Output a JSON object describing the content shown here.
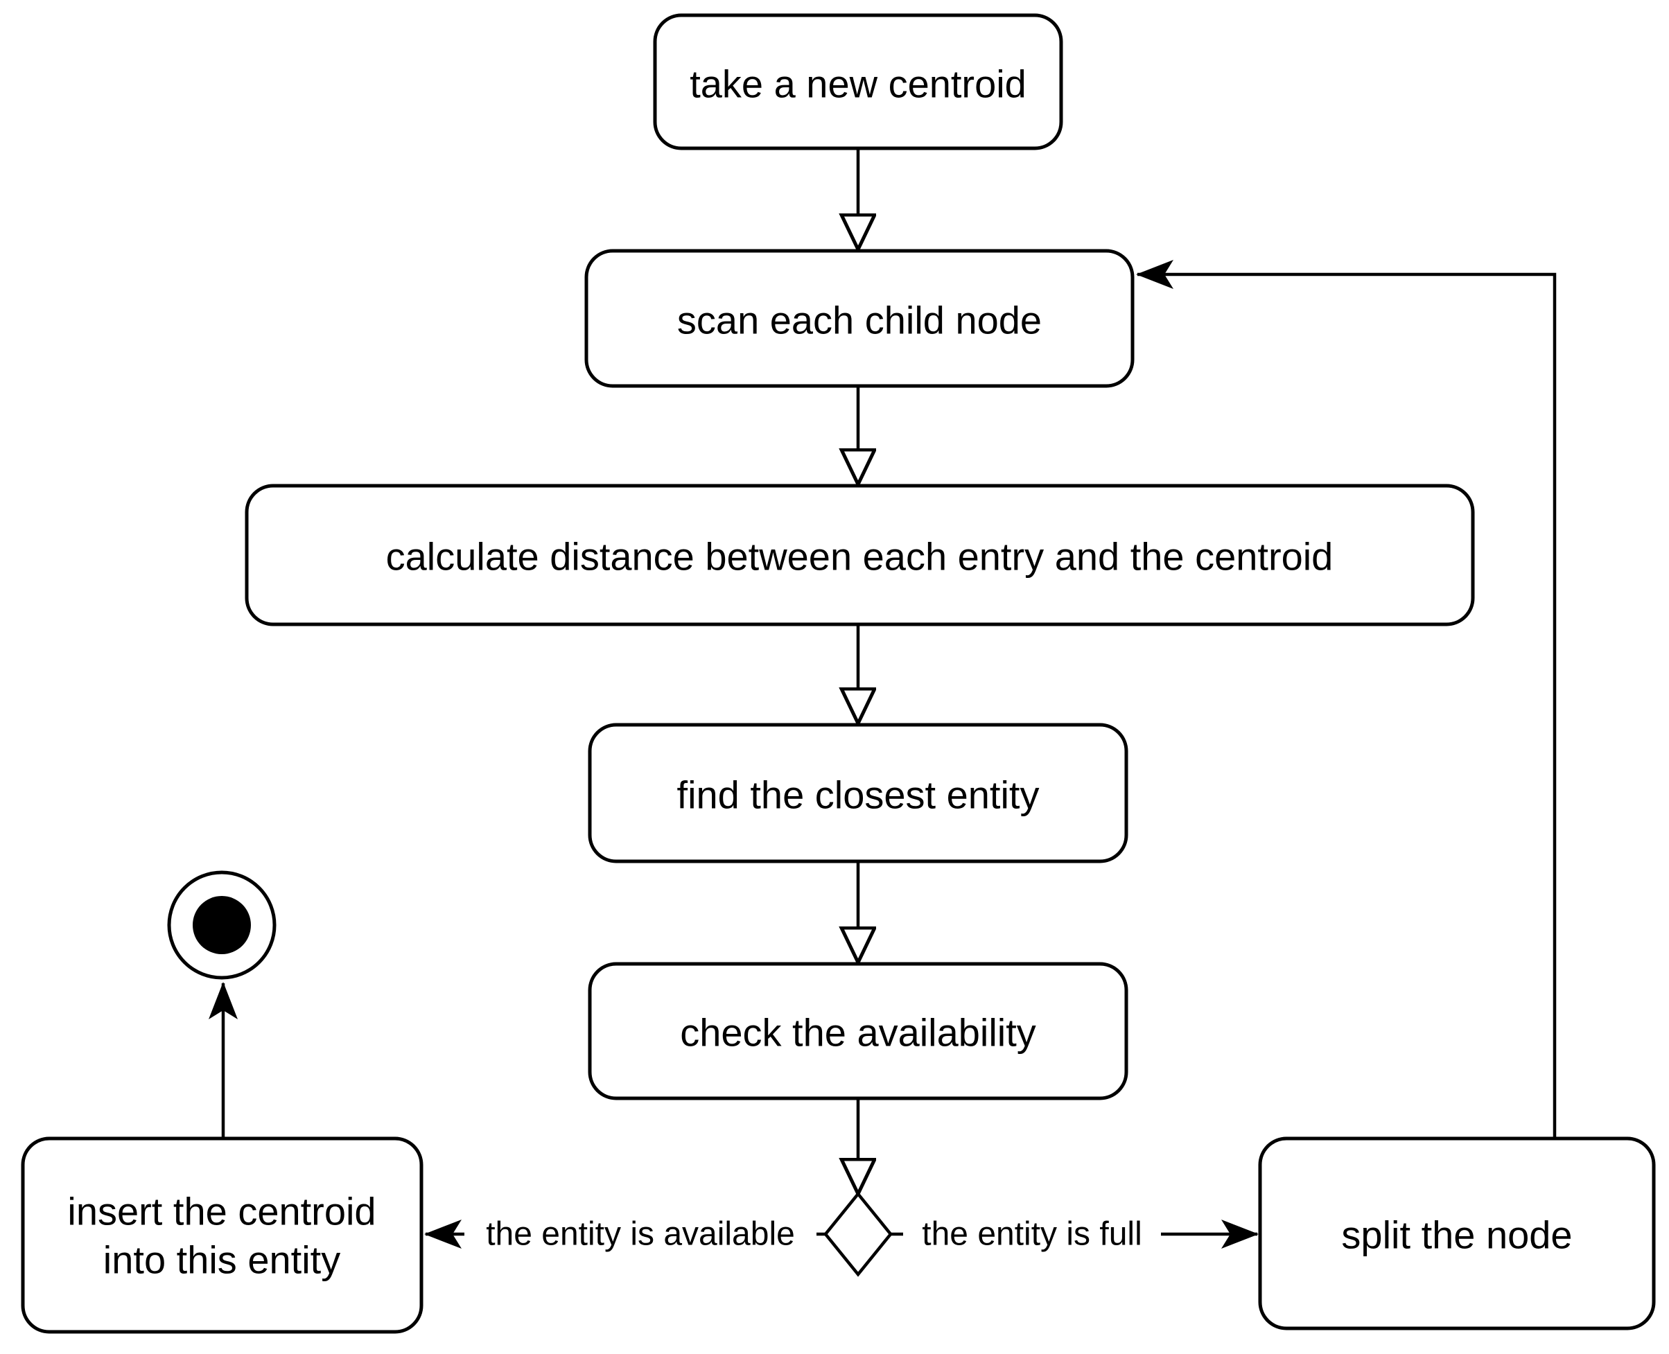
{
  "diagram": {
    "background_color": "#ffffff",
    "line_color": "#000000",
    "node_fill_color": "#ffffff",
    "nodes": {
      "take_centroid": {
        "label": "take a new centroid"
      },
      "scan_child": {
        "label": "scan each child node"
      },
      "calc_distance": {
        "label": "calculate distance between each entry and the centroid"
      },
      "find_closest": {
        "label": "find the closest entity"
      },
      "check_avail": {
        "label": "check the availability"
      },
      "decision": {
        "shape": "diamond"
      },
      "insert_centroid": {
        "line1": "insert the centroid",
        "line2": "into this entity"
      },
      "split_node": {
        "label": "split the node"
      },
      "end_state": {
        "shape": "final-state-bullseye"
      }
    },
    "edge_labels": {
      "available": "the entity is available",
      "full": "the entity is full"
    },
    "flow": [
      "take a new centroid -> scan each child node",
      "scan each child node -> calculate distance between each entry and the centroid",
      "calculate distance between each entry and the centroid -> find the closest entity",
      "find the closest entity -> check the availability",
      "check the availability -> decision",
      "decision -> insert the centroid into this entity [the entity is available]",
      "decision -> split the node [the entity is full]",
      "insert the centroid into this entity -> final state",
      "split the node -> scan each child node [loop back]"
    ]
  }
}
